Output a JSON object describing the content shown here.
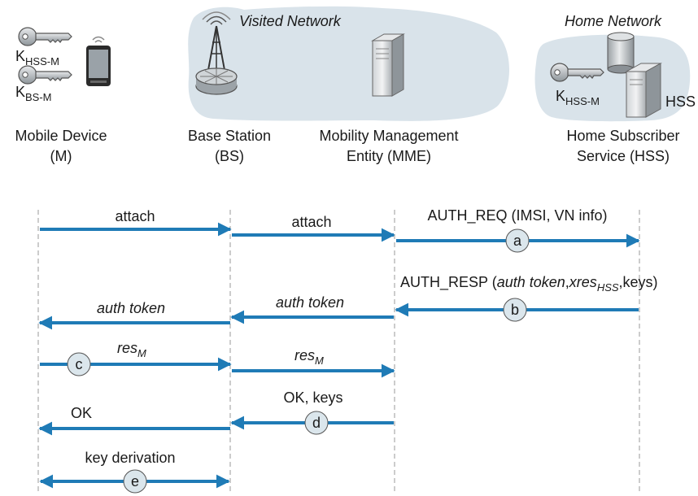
{
  "colors": {
    "arrow": "#1f7bb6",
    "cloud": "#d9e3ea",
    "circle_fill": "#dbe6ec",
    "lifeline": "#9a9a9a"
  },
  "header": {
    "visited_network": "Visited Network",
    "home_network": "Home Network",
    "hss_label": "HSS",
    "key_hss_m": {
      "base": "K",
      "sub": "HSS-M"
    },
    "key_bs_m": {
      "base": "K",
      "sub": "BS-M"
    },
    "key_home": {
      "base": "K",
      "sub": "HSS-M"
    }
  },
  "entities": [
    {
      "line1": "Mobile Device",
      "line2": "(M)"
    },
    {
      "line1": "Base Station",
      "line2": "(BS)"
    },
    {
      "line1": "Mobility Management",
      "line2": "Entity (MME)"
    },
    {
      "line1": "Home Subscriber",
      "line2": "Service (HSS)"
    }
  ],
  "icons": [
    "key-icon",
    "smartphone-icon",
    "antenna-icon",
    "server-icon",
    "database-icon"
  ],
  "messages": [
    {
      "id": "m1",
      "from": 0,
      "to": 1,
      "label": "attach"
    },
    {
      "id": "m2",
      "from": 1,
      "to": 2,
      "label": "attach"
    },
    {
      "id": "m3",
      "from": 2,
      "to": 3,
      "label": "AUTH_REQ (IMSI, VN info)",
      "step": "a"
    },
    {
      "id": "m4",
      "from": 3,
      "to": 2,
      "label_parts": [
        "AUTH_RESP (",
        "auth token",
        ",",
        "xres",
        "HSS",
        ",keys)"
      ],
      "step": "b"
    },
    {
      "id": "m5",
      "from": 2,
      "to": 1,
      "label": "auth token",
      "italic": true
    },
    {
      "id": "m6",
      "from": 1,
      "to": 0,
      "label": "auth token",
      "italic": true
    },
    {
      "id": "m7",
      "from": 0,
      "to": 1,
      "label": "res",
      "sub": "M",
      "italic": true,
      "step": "c"
    },
    {
      "id": "m8",
      "from": 1,
      "to": 2,
      "label": "res",
      "sub": "M",
      "italic": true
    },
    {
      "id": "m9",
      "from": 2,
      "to": 1,
      "label": "OK, keys",
      "step": "d"
    },
    {
      "id": "m10",
      "from": 1,
      "to": 0,
      "label": "OK"
    },
    {
      "id": "m11",
      "from": 0,
      "to": 1,
      "label": "key derivation",
      "bidirectional": true,
      "step": "e"
    }
  ]
}
